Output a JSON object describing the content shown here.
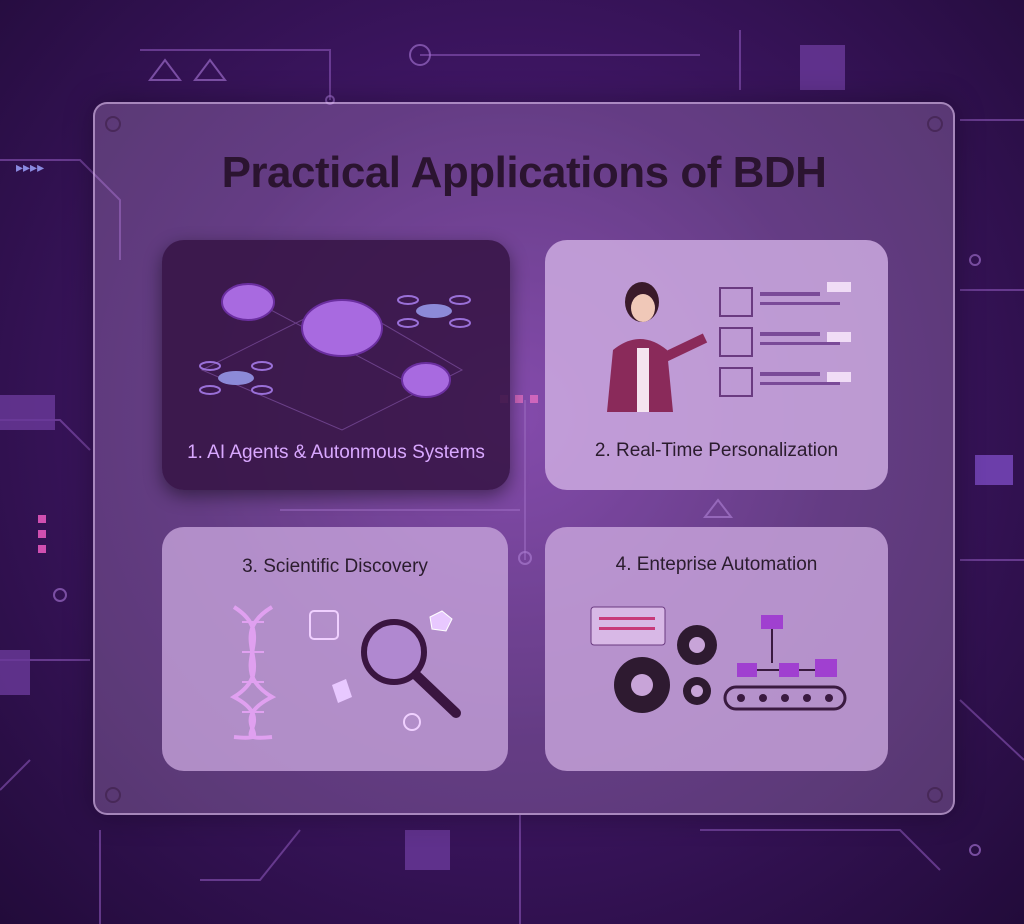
{
  "title": "Practical Applications of BDH",
  "cards": [
    {
      "label": "1. AI Agents & Autonmous Systems",
      "icon": "brains-and-drones"
    },
    {
      "label": "2. Real-Time Personalization",
      "icon": "person-with-dashboard"
    },
    {
      "label": "3. Scientific Discovery",
      "icon": "dna-and-magnifier"
    },
    {
      "label": "4. Enteprise Automation",
      "icon": "gears-and-conveyor"
    }
  ],
  "colors": {
    "background": "#3e1663",
    "accent": "#c77dff",
    "title": "#2b1430"
  }
}
